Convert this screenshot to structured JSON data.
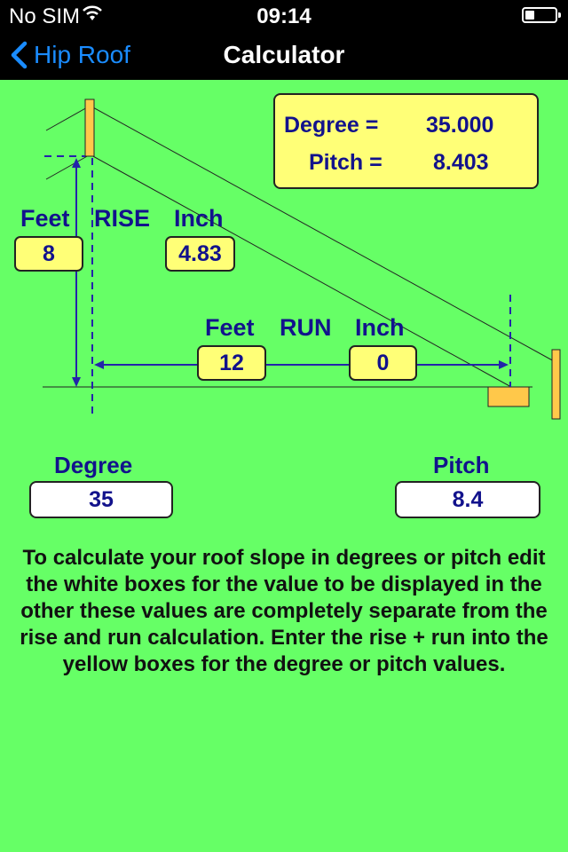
{
  "status_bar": {
    "carrier": "No SIM",
    "time": "09:14"
  },
  "nav": {
    "back_label": "Hip Roof",
    "title": "Calculator"
  },
  "result": {
    "degree_label": "Degree =",
    "degree_value": "35.000",
    "pitch_label": "Pitch =",
    "pitch_value": "8.403"
  },
  "rise": {
    "feet_label": "Feet",
    "title": "RISE",
    "inch_label": "Inch",
    "feet_value": "8",
    "inch_value": "4.83"
  },
  "run": {
    "feet_label": "Feet",
    "title": "RUN",
    "inch_label": "Inch",
    "feet_value": "12",
    "inch_value": "0"
  },
  "converter": {
    "degree_label": "Degree",
    "degree_value": "35",
    "pitch_label": "Pitch",
    "pitch_value": "8.4"
  },
  "instructions": "To calculate your roof slope in degrees or pitch edit the white boxes for the value to be displayed in the other these values are completely separate from the rise and run calculation. Enter the rise + run into the yellow boxes for the degree or pitch values.",
  "colors": {
    "background": "#66ff66",
    "box_yellow": "#ffff77",
    "text_navy": "#12128c",
    "accent_blue": "#1a8cff",
    "post_orange": "#ffc84a"
  }
}
